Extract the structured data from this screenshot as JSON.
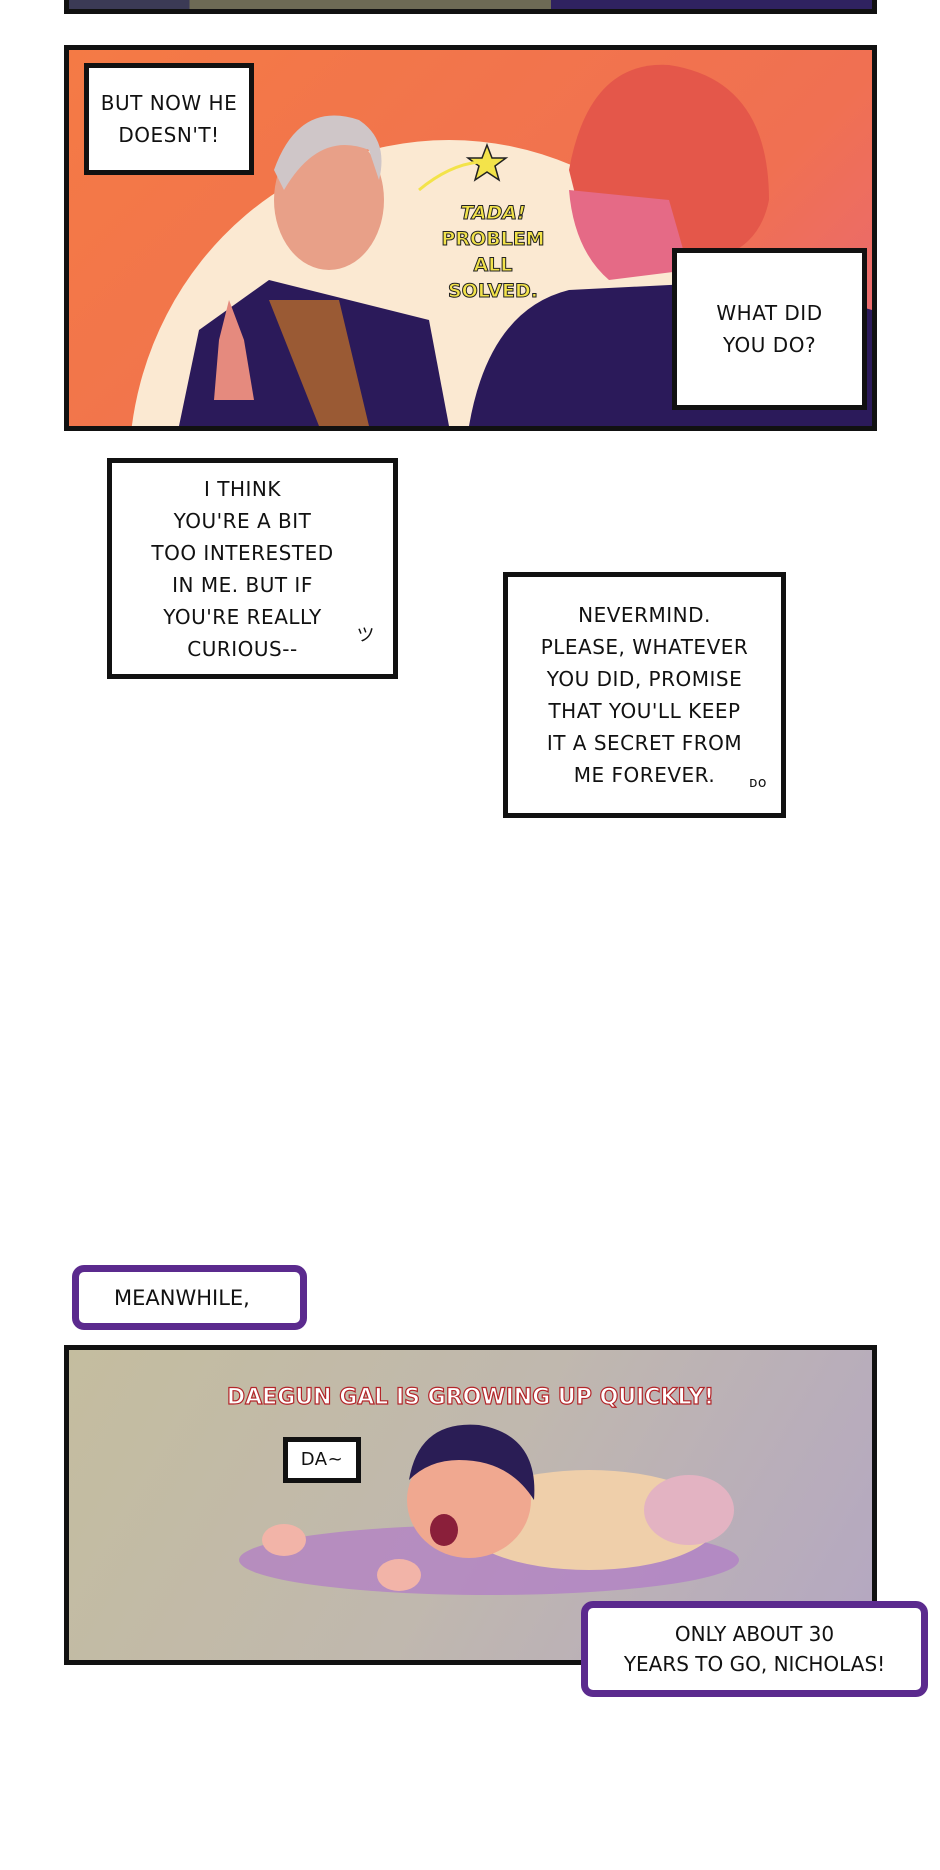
{
  "panel1": {
    "bubble_left": [
      "BUT NOW HE",
      "DOESN'T!"
    ],
    "sfx": [
      "TADA!",
      "PROBLEM ALL",
      "SOLVED."
    ],
    "bubble_right": [
      "WHAT DID",
      "YOU DO?"
    ]
  },
  "box_curious": [
    "I THINK",
    "YOU'RE A BIT",
    "TOO INTERESTED",
    "IN ME. BUT IF",
    "YOU'RE REALLY",
    "CURIOUS--"
  ],
  "box_nevermind": [
    "NEVERMIND.",
    "PLEASE, WHATEVER",
    "YOU DID, PROMISE",
    "THAT YOU'LL KEEP",
    "IT A SECRET FROM",
    "ME FOREVER."
  ],
  "meanwhile": "MEANWHILE,",
  "panel2": {
    "caption": "DAEGUN GAL IS GROWING UP QUICKLY!",
    "bubble": "DA~",
    "final_box": [
      "ONLY ABOUT 30",
      "YEARS TO GO, NICHOLAS!"
    ]
  },
  "colors": {
    "accent_purple": "#5b2a8e",
    "orange_bg": "#f47a45",
    "caption_red": "#b3262a"
  }
}
